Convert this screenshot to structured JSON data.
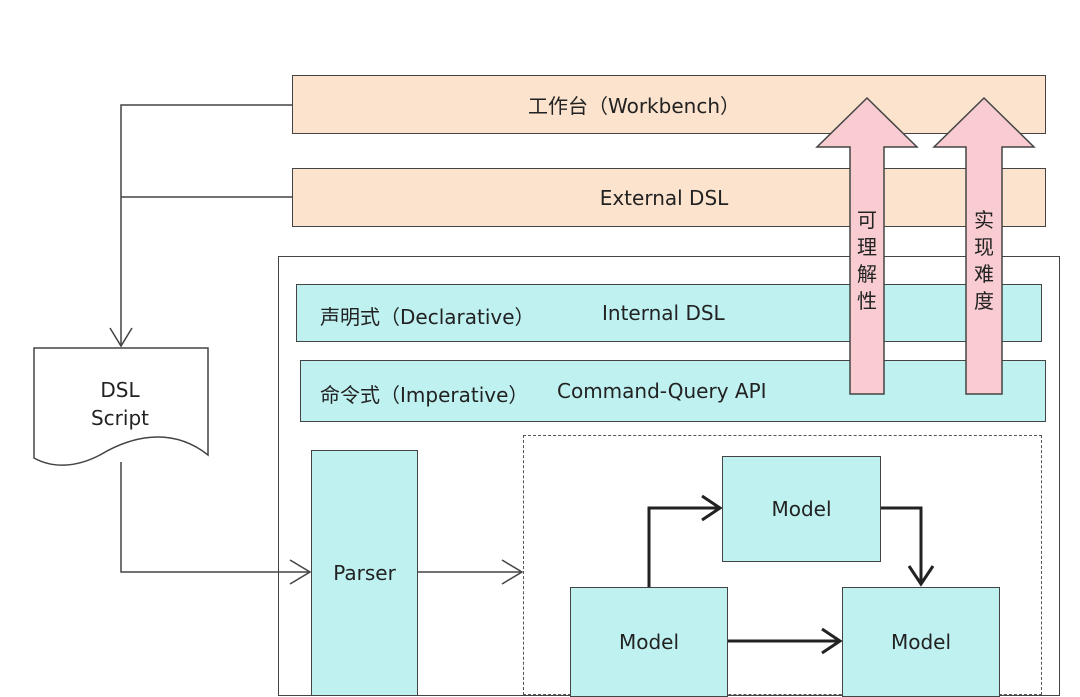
{
  "layers": {
    "workbench": "工作台（Workbench）",
    "external_dsl": "External DSL",
    "declarative": "声明式（Declarative）",
    "internal_dsl": "Internal DSL",
    "imperative": "命令式（Imperative）",
    "command_query": "Command-Query API"
  },
  "dsl_script": {
    "line1": "DSL",
    "line2": "Script"
  },
  "parser": "Parser",
  "models": {
    "top": "Model",
    "left": "Model",
    "right": "Model"
  },
  "arrows": {
    "understandability": [
      "可",
      "理",
      "解",
      "性"
    ],
    "difficulty": [
      "实",
      "现",
      "难",
      "度"
    ]
  },
  "colors": {
    "peach": "#fbe3cd",
    "cyan": "#bff1f1",
    "arrow_fill": "#f8ccd0",
    "stroke": "#333333"
  }
}
